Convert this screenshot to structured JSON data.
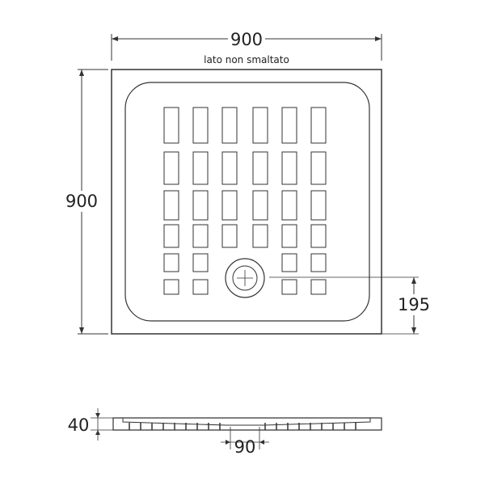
{
  "top_view": {
    "width_label": "900",
    "side_note": "lato non smaltato",
    "height_label": "900",
    "drain_offset_label": "195"
  },
  "section_view": {
    "depth_label": "40",
    "drain_label": "90"
  },
  "colors": {
    "stroke": "#333333",
    "background": "#ffffff"
  }
}
